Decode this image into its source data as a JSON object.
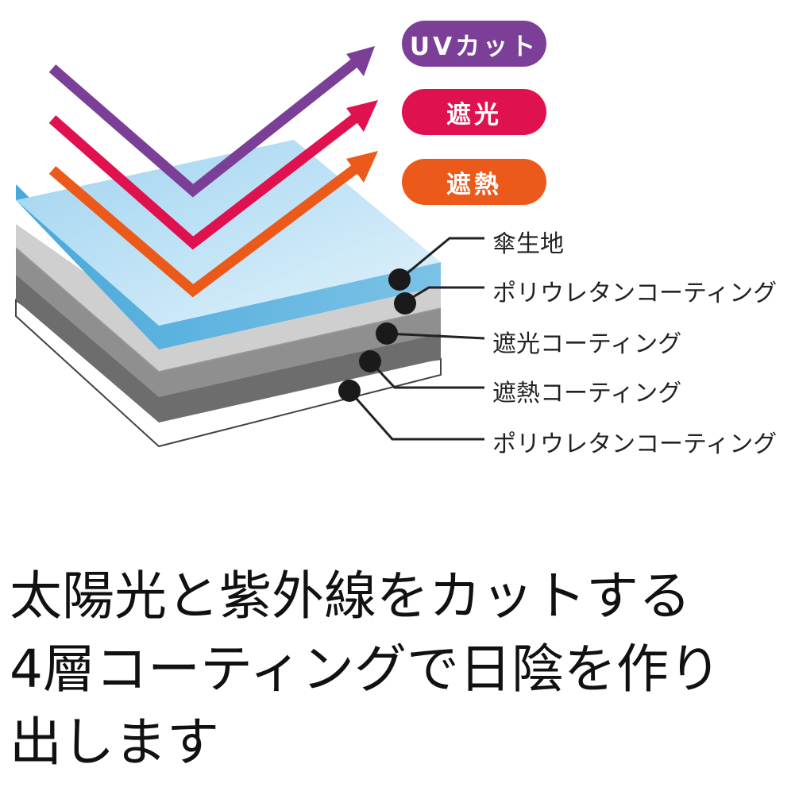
{
  "badges": [
    {
      "label": "UVカット",
      "color": "#7b3f98"
    },
    {
      "label": "遮光",
      "color": "#e0114f"
    },
    {
      "label": "遮熱",
      "color": "#ec5a1b"
    }
  ],
  "layers": [
    {
      "label": "傘生地"
    },
    {
      "label": "ポリウレタンコーティング"
    },
    {
      "label": "遮光コーティング"
    },
    {
      "label": "遮熱コーティング"
    },
    {
      "label": "ポリウレタンコーティング"
    }
  ],
  "caption": {
    "line1": "太陽光と紫外線をカットする",
    "line2": "4層コーティングで日陰を作り",
    "line3": "出します"
  }
}
